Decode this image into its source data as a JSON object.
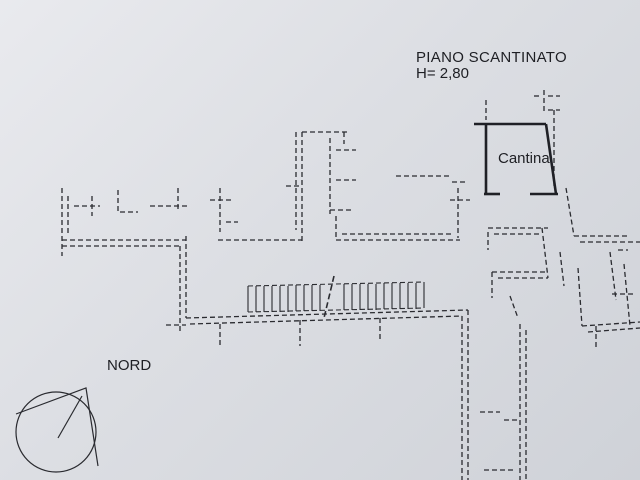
{
  "drawing": {
    "title": "PIANO SCANTINATO",
    "height_note": "H= 2,80",
    "room_label": "Cantina",
    "north_label": "NORD"
  },
  "colors": {
    "paper": "#e3e5e9",
    "ink": "#2a2b30"
  }
}
